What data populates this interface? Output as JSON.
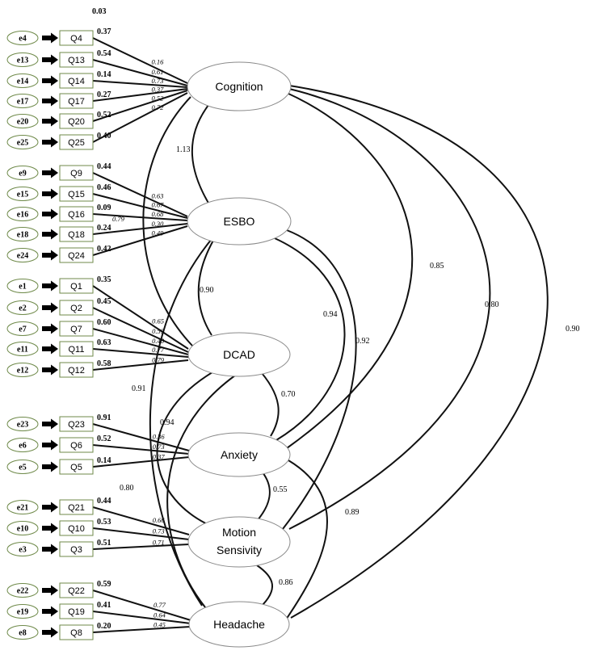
{
  "top_value": "0.03",
  "indicators": [
    {
      "error": "e4",
      "item": "Q4",
      "r2": "0.37",
      "loading": "0.16"
    },
    {
      "error": "e13",
      "item": "Q13",
      "r2": "0.54",
      "loading": "0.61"
    },
    {
      "error": "e14",
      "item": "Q14",
      "r2": "0.14",
      "loading": "0.73"
    },
    {
      "error": "e17",
      "item": "Q17",
      "r2": "0.27",
      "loading": "0.37"
    },
    {
      "error": "e20",
      "item": "Q20",
      "r2": "0.52",
      "loading": "0.52"
    },
    {
      "error": "e25",
      "item": "Q25",
      "r2": "0.40",
      "loading": "0.72"
    },
    {
      "error": "e9",
      "item": "Q9",
      "r2": "0.44",
      "loading": "0.63"
    },
    {
      "error": "e15",
      "item": "Q15",
      "r2": "0.46",
      "loading": "0.67"
    },
    {
      "error": "e16",
      "item": "Q16",
      "r2": "0.09",
      "loading": "0.68"
    },
    {
      "error": "e18",
      "item": "Q18",
      "r2": "0.24",
      "loading": "0.30"
    },
    {
      "error": "e24",
      "item": "Q24",
      "r2": "0.42",
      "loading": "0.49"
    },
    {
      "error": "e1",
      "item": "Q1",
      "r2": "0.35",
      "loading": "0.65"
    },
    {
      "error": "e2",
      "item": "Q2",
      "r2": "0.45",
      "loading": "0.59"
    },
    {
      "error": "e7",
      "item": "Q7",
      "r2": "0.60",
      "loading": "0.48"
    },
    {
      "error": "e11",
      "item": "Q11",
      "r2": "0.63",
      "loading": "0.77"
    },
    {
      "error": "e12",
      "item": "Q12",
      "r2": "0.58",
      "loading": "0.79"
    },
    {
      "error": "e23",
      "item": "Q23",
      "r2": "0.91",
      "loading": "0.36"
    },
    {
      "error": "e6",
      "item": "Q6",
      "r2": "0.52",
      "loading": "0.73"
    },
    {
      "error": "e5",
      "item": "Q5",
      "r2": "0.14",
      "loading": "0.37"
    },
    {
      "error": "e21",
      "item": "Q21",
      "r2": "0.44",
      "loading": "0.66"
    },
    {
      "error": "e10",
      "item": "Q10",
      "r2": "0.53",
      "loading": "0.73"
    },
    {
      "error": "e3",
      "item": "Q3",
      "r2": "0.51",
      "loading": "0.71"
    },
    {
      "error": "e22",
      "item": "Q22",
      "r2": "0.59",
      "loading": "0.77"
    },
    {
      "error": "e19",
      "item": "Q19",
      "r2": "0.41",
      "loading": "0.64"
    },
    {
      "error": "e8",
      "item": "Q8",
      "r2": "0.20",
      "loading": "0.45"
    }
  ],
  "extra_loading": "0.79",
  "latents": [
    {
      "label": "Cognition"
    },
    {
      "label": "ESBO"
    },
    {
      "label": "DCAD"
    },
    {
      "label": "Anxiety"
    },
    {
      "label": "Motion"
    },
    {
      "label": "Sensivity"
    },
    {
      "label": "Headache"
    }
  ],
  "correlations": {
    "cognition_esbo": "1.13",
    "esbo_dcad": "0.90",
    "dcad_anxiety": "0.70",
    "anxiety_motion": "0.55",
    "motion_headache": "0.86",
    "cognition_anxiety": "0.85",
    "cognition_motion": "0.80",
    "cognition_headache": "0.90",
    "esbo_anxiety": "0.94",
    "esbo_motion": "0.92",
    "esbo_headache": "0.91",
    "dcad_motion": "0.94",
    "anxiety_headache": "0.89",
    "dcad_headache": "0.80"
  }
}
